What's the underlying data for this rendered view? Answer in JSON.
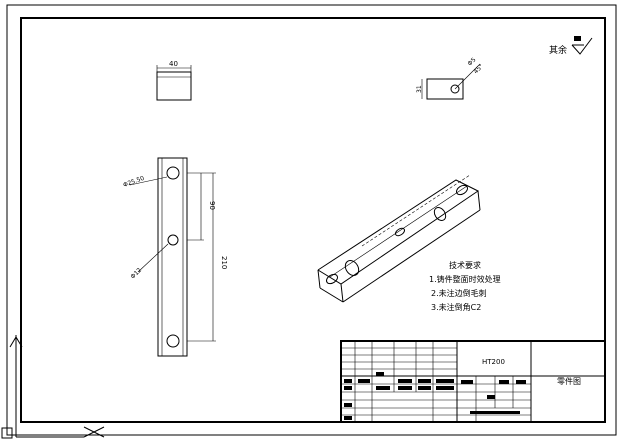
{
  "drawing": {
    "finish": {
      "label": "其余"
    },
    "dims": {
      "top_width": "40",
      "side_height": "31",
      "side_hole": "Φ5",
      "side_angle": "45°",
      "hole_top": "Φ25.50",
      "hole_mid": "Φ12",
      "pitch": "90",
      "overall": "210"
    },
    "notes": {
      "heading": "技术要求",
      "items": [
        "1.铸件整面时效处理",
        "2.未注边倒毛刺",
        "3.未注倒角C2"
      ]
    },
    "title_block": {
      "material": "HT200",
      "name": "零件图"
    }
  }
}
